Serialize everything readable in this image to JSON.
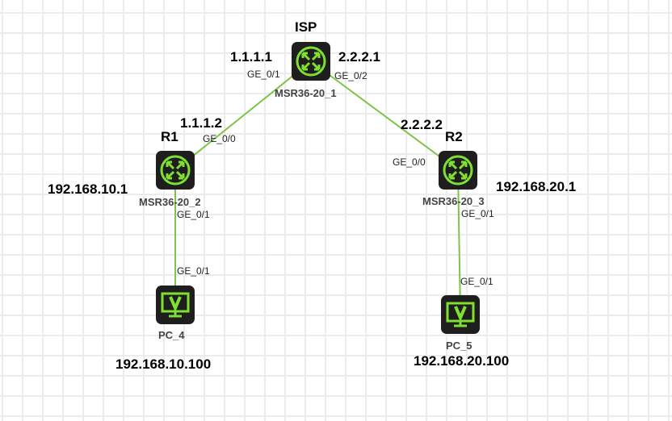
{
  "colors": {
    "link": "#7cc44a",
    "icon": "#7fe030",
    "node_bg": "#1e1e1e"
  },
  "nodes": {
    "isp": {
      "title": "ISP",
      "name": "MSR36-20_1",
      "icon": "router-icon"
    },
    "r1": {
      "title": "R1",
      "name": "MSR36-20_2",
      "icon": "router-icon"
    },
    "r2": {
      "title": "R2",
      "name": "MSR36-20_3",
      "icon": "router-icon"
    },
    "pc4": {
      "name": "PC_4",
      "icon": "monitor-icon"
    },
    "pc5": {
      "name": "PC_5",
      "icon": "monitor-icon"
    }
  },
  "ips": {
    "isp_ge01": "1.1.1.1",
    "isp_ge02": "2.2.2.1",
    "r1_ge00": "1.1.1.2",
    "r2_ge00": "2.2.2.2",
    "r1_lan": "192.168.10.1",
    "r2_lan": "192.168.20.1",
    "pc4": "192.168.10.100",
    "pc5": "192.168.20.100"
  },
  "ports": {
    "isp_a": "GE_0/1",
    "isp_b": "GE_0/2",
    "r1_wan": "GE_0/0",
    "r1_lan": "GE_0/1",
    "r2_wan": "GE_0/0",
    "r2_lan": "GE_0/1",
    "pc4": "GE_0/1",
    "pc5": "GE_0/1"
  }
}
